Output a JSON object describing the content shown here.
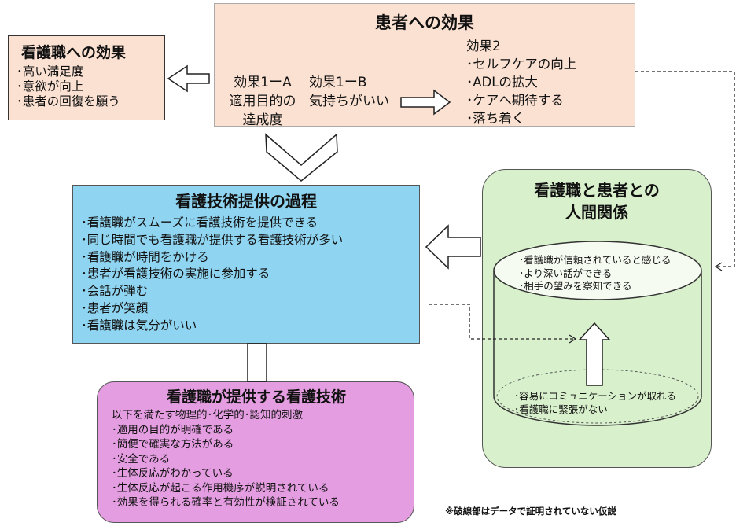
{
  "nurse_effect": {
    "title": "看護職への効果",
    "items": [
      "･高い満足度",
      "･意欲が向上",
      "･患者の回復を願う"
    ]
  },
  "patient_effect": {
    "title": "患者への効果",
    "effect_1a": [
      "効果1ーA",
      "適用目的の",
      "達成度"
    ],
    "effect_1b": [
      "効果1ーB",
      "気持ちがいい"
    ],
    "effect_2": [
      "効果2",
      "･セルフケアの向上",
      "･ADLの拡大",
      "･ケアへ期待する",
      "･落ち着く"
    ]
  },
  "process": {
    "title": "看護技術提供の過程",
    "items": [
      "･看護職がスムーズに看護技術を提供できる",
      "･同じ時間でも看護職が提供する看護技術が多い",
      "･看護職が時間をかける",
      "･患者が看護技術の実施に参加する",
      "･会話が弾む",
      "･患者が笑顔",
      "･看護職は気分がいい"
    ]
  },
  "technique": {
    "title": "看護職が提供する看護技術",
    "subtitle": "以下を満たす物理的･化学的･認知的刺激",
    "items": [
      "･適用の目的が明確である",
      "･簡便で確実な方法がある",
      "･安全である",
      "･生体反応がわかっている",
      "･生体反応が起こる作用機序が説明されている",
      "･効果を得られる確率と有効性が検証されている"
    ]
  },
  "relation": {
    "title_line1": "看護職と患者との",
    "title_line2": "人間関係",
    "upper_items": [
      "･看護職が信頼されていると感じる",
      "･より深い話ができる",
      "･相手の望みを察知できる"
    ],
    "lower_items": [
      "･容易にコミュニケーションが取れる",
      "･看護職に緊張がない"
    ]
  },
  "note": "※破線部はデータで証明されていない仮説",
  "colors": {
    "effect_fill": "#fbe1d2",
    "process_fill": "#8fd4f0",
    "technique_fill": "#e39de0",
    "relation_fill": "#d8f1cc"
  }
}
